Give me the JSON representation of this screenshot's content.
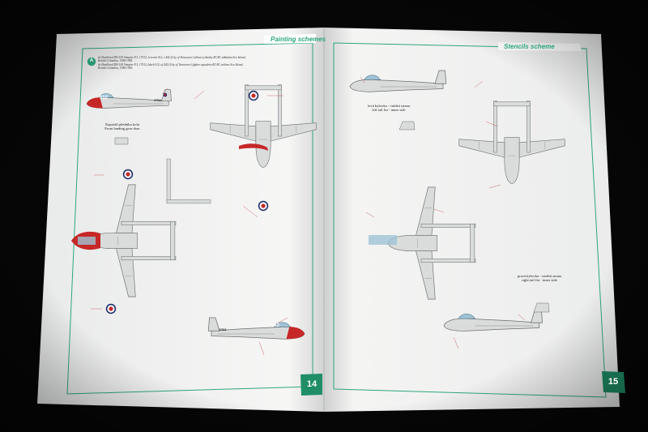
{
  "left_page": {
    "header": "Painting schemes",
    "page_number": "14",
    "scheme_badge": "A",
    "caption_lines": [
      "de Havilland DH.100 Vampire F.3, 17012, červená 012, z 442.(City of Vancouver) stíhací jednotky RCAF, základna Sea Island,",
      "British Columbia, 1948-1950.",
      "de Havilland DH.100 Vampire F.3, 17012, black 012, of 442 (City of Vancouver) fighter squadron RCAF, airbase Sea Island,",
      "British Columbia, 1948-1950."
    ],
    "gear_door_label": [
      "Kapotáž předního kola",
      "Front landing gear door"
    ],
    "side_code": "012",
    "fuselage_serial": "17012"
  },
  "right_page": {
    "header": "Stencils scheme",
    "page_number": "15",
    "left_fin_label": [
      "levá kýlovka - vnitřní strana",
      "left tail fin - inner side"
    ],
    "right_fin_label": [
      "pravá kýlovka - vnitřní strana",
      "right tail fin - inner side"
    ]
  },
  "colors": {
    "accent": "#2ea77d",
    "aircraft_finish": "#d9dcdb",
    "nose_red": "#c62828",
    "callout": "#c03030",
    "roundel_blue": "#1f2f6b"
  }
}
